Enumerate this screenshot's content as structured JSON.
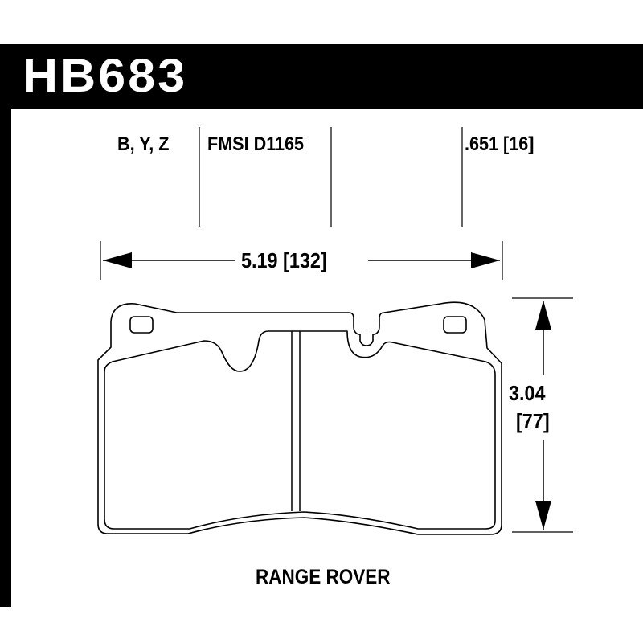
{
  "part_number": "HB683",
  "compounds": "B, Y, Z",
  "fmsi": "FMSI D1165",
  "thickness": ".651 [16]",
  "width": "5.19 [132]",
  "height_line1": "3.04",
  "height_line2": "[77]",
  "vehicle": "RANGE ROVER"
}
